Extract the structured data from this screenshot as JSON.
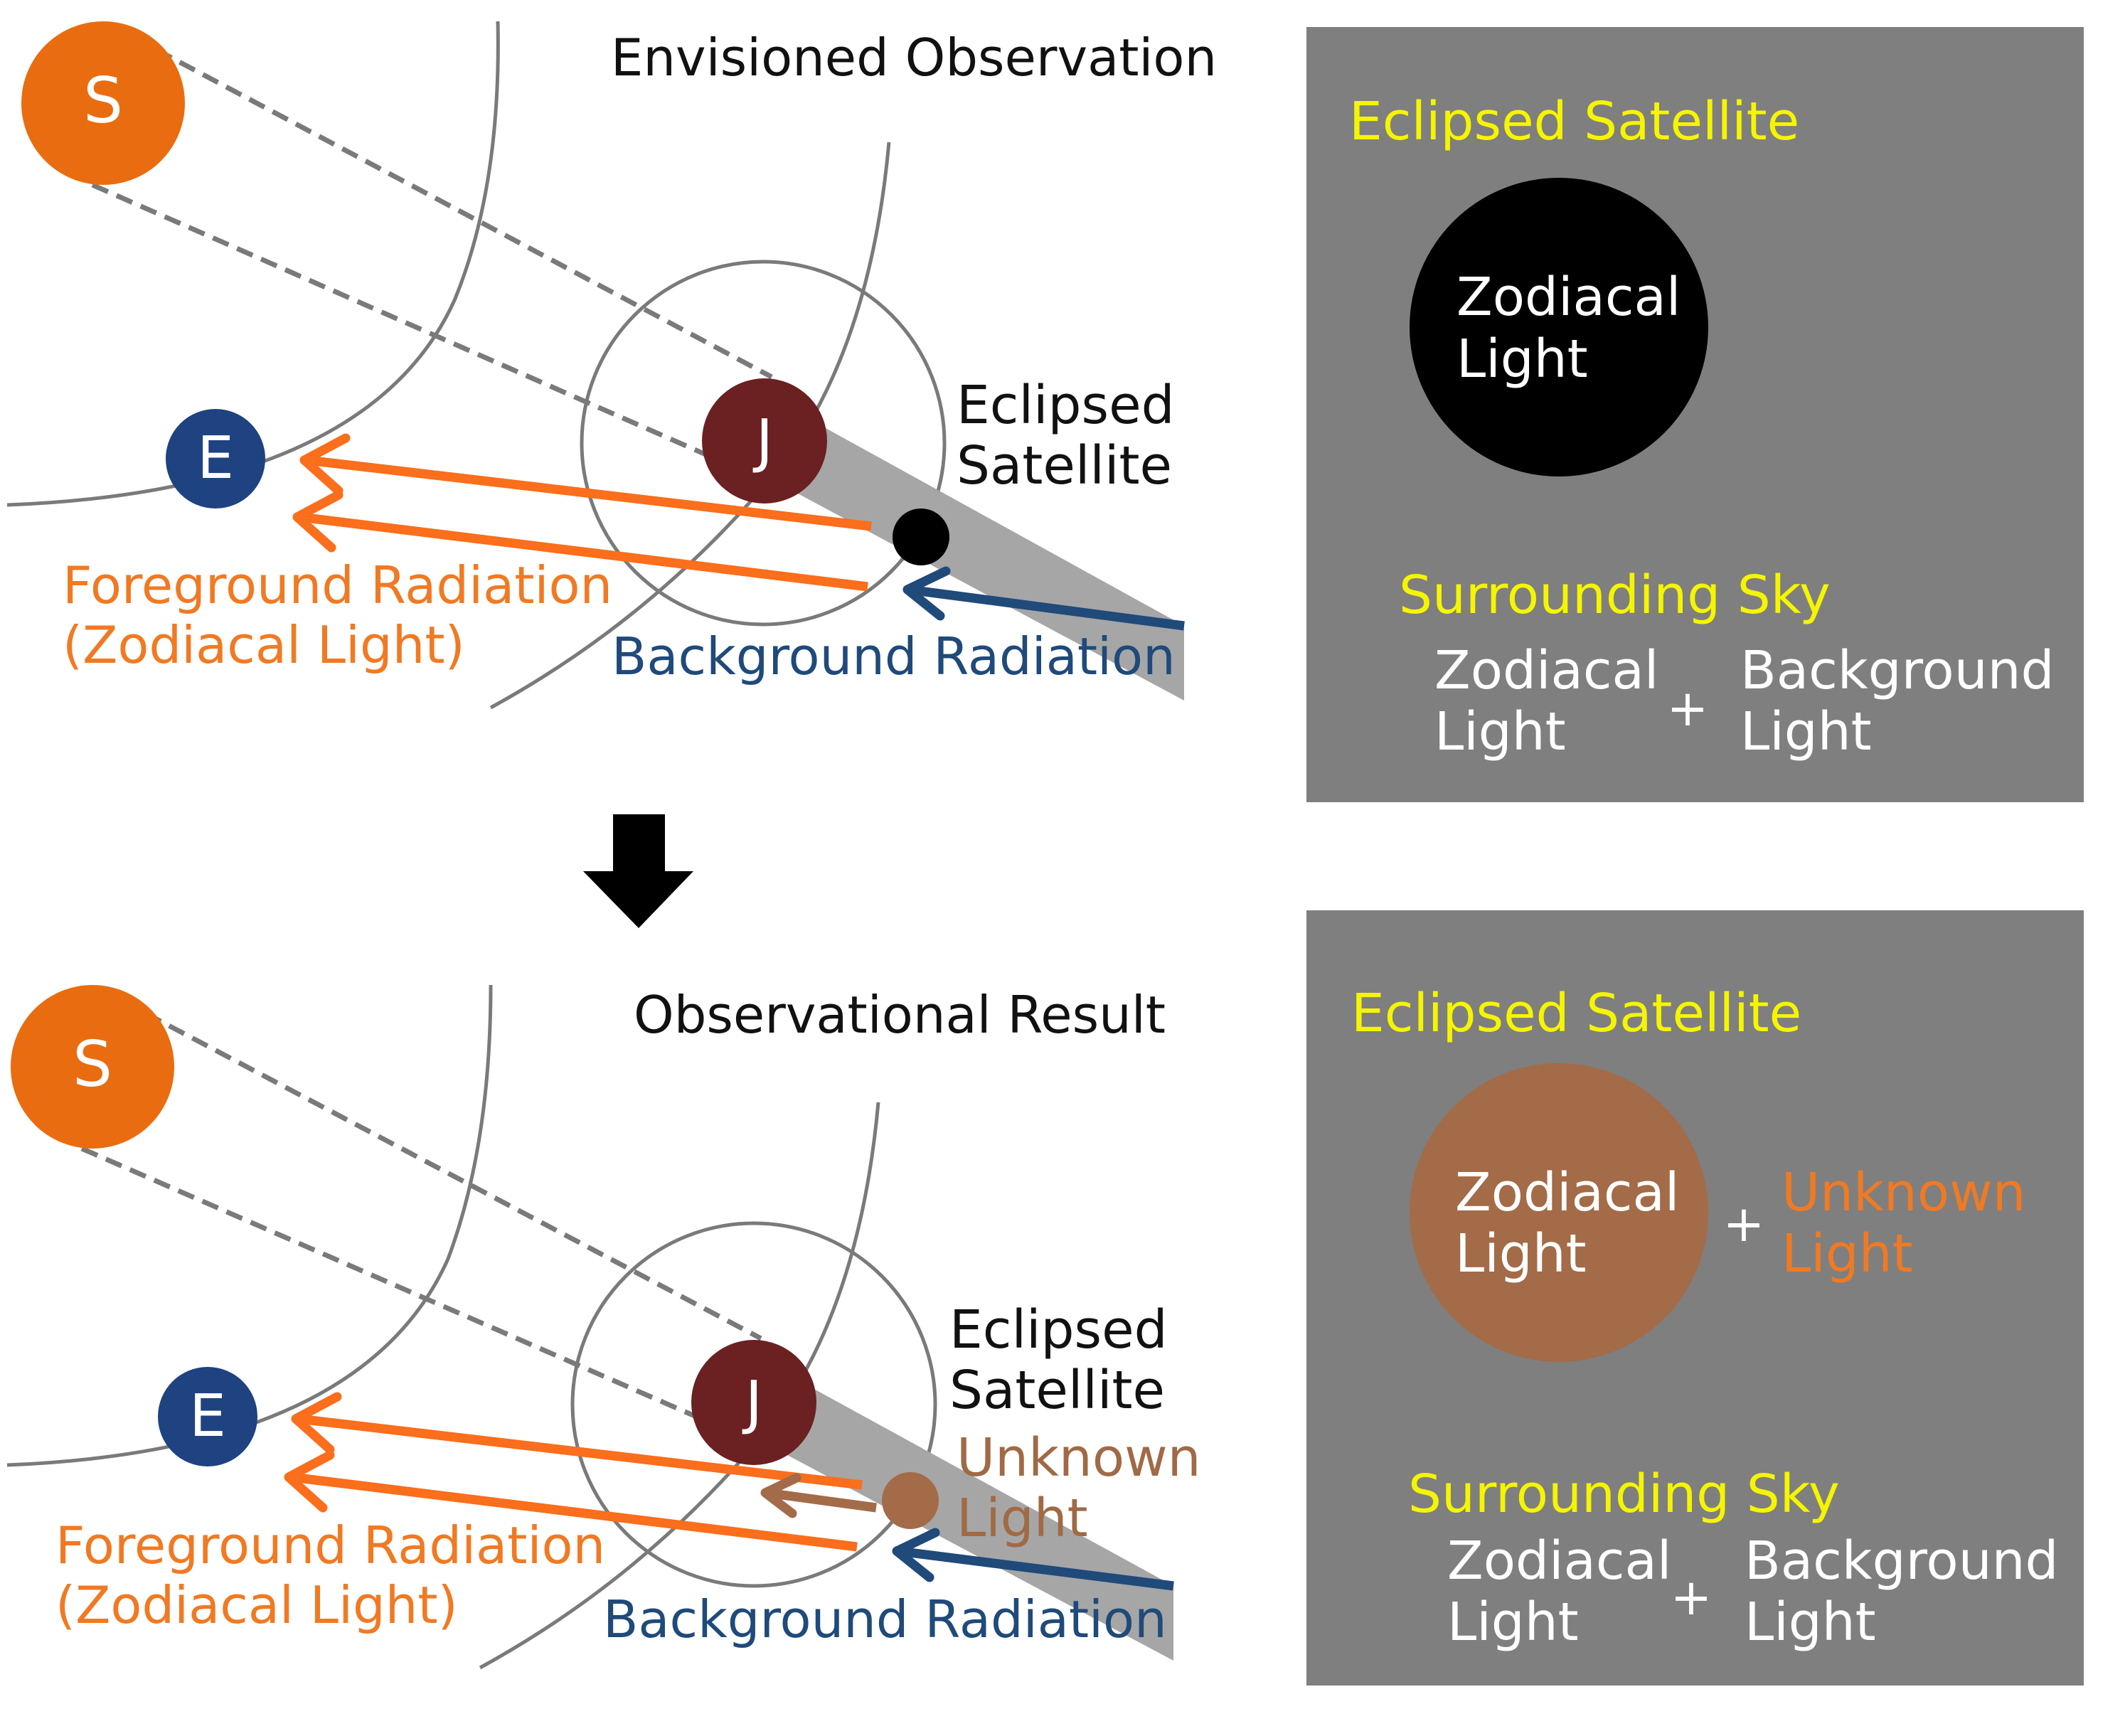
{
  "colors": {
    "sun": "#e96d10",
    "earth": "#1f4280",
    "jupiter": "#6b2022",
    "eclipsed_satellite_dark": "#000000",
    "eclipsed_satellite_lit": "#a36b48",
    "foreground_arrow": "#fa6e1c",
    "background_arrow": "#1f4a7a",
    "unknown_arrow": "#a36b48",
    "shadow": "#a6a6a6",
    "panel": "#7f7f7f",
    "orbit": "#7a7a7a",
    "sun_line": "#7a7a7a",
    "panel_heading": "#f5f500"
  },
  "top": {
    "title": "Envisioned Observation",
    "sun_label": "S",
    "earth_label": "E",
    "jupiter_label": "J",
    "eclipsed_line1": "Eclipsed",
    "eclipsed_line2": "Satellite",
    "foreground_line1": "Foreground Radiation",
    "foreground_line2": "(Zodiacal Light)",
    "background_label": "Background Radiation"
  },
  "bottom": {
    "title": "Observational Result",
    "sun_label": "S",
    "earth_label": "E",
    "jupiter_label": "J",
    "eclipsed_line1": "Eclipsed",
    "eclipsed_line2": "Satellite",
    "unknown_line1": "Unknown",
    "unknown_line2": "Light",
    "foreground_line1": "Foreground Radiation",
    "foreground_line2": "(Zodiacal Light)",
    "background_label": "Background Radiation"
  },
  "panel_top": {
    "heading": "Eclipsed Satellite",
    "disc_line1": "Zodiacal",
    "disc_line2": "Light",
    "sky_heading": "Surrounding Sky",
    "sky_left_line1": "Zodiacal",
    "sky_left_line2": "Light",
    "plus": "+",
    "sky_right_line1": "Background",
    "sky_right_line2": "Light"
  },
  "panel_bottom": {
    "heading": "Eclipsed Satellite",
    "disc_line1": "Zodiacal",
    "disc_line2": "Light",
    "plus": "+",
    "unknown_line1": "Unknown",
    "unknown_line2": "Light",
    "sky_heading": "Surrounding Sky",
    "sky_left_line1": "Zodiacal",
    "sky_left_line2": "Light",
    "sky_plus": "+",
    "sky_right_line1": "Background",
    "sky_right_line2": "Light"
  }
}
